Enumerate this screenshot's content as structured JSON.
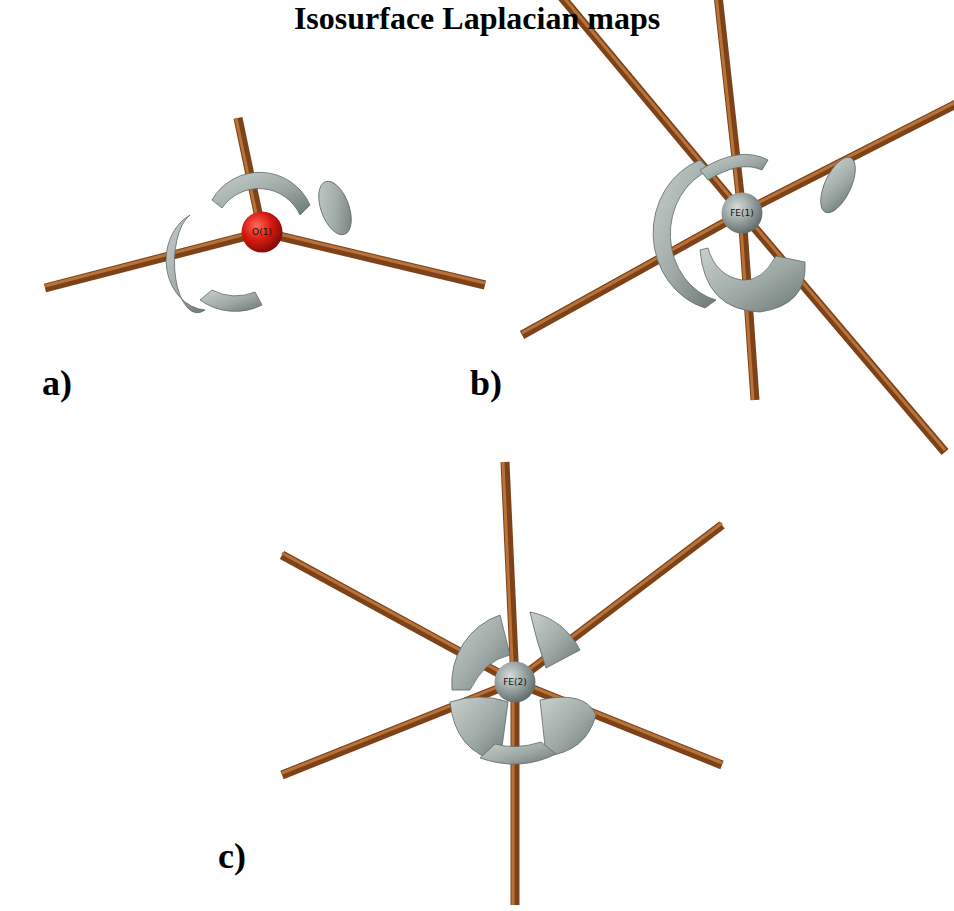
{
  "diagram": {
    "title": "Isosurface Laplacian maps",
    "nodes": [
      {
        "text": [
          "O(1)"
        ]
      },
      {
        "text": [
          "FE(1)"
        ]
      },
      {
        "text": [
          "FE(2)"
        ]
      }
    ],
    "labels": [
      "a)",
      "b)",
      "c)"
    ]
  }
}
